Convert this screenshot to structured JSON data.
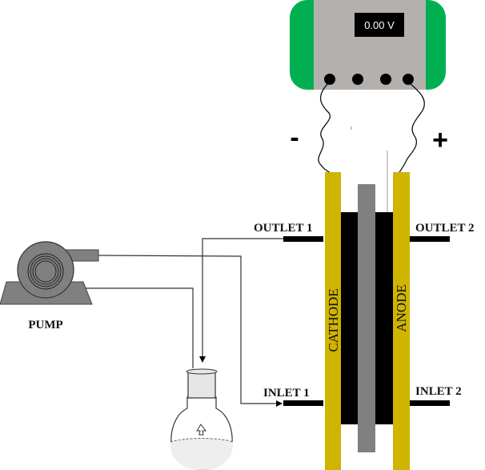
{
  "diagram": {
    "type": "electrochemical flow cell setup",
    "power_supply": {
      "display": "0.00 V",
      "terminal_count": 4,
      "colors": {
        "body": "#b3b0ae",
        "side_panels": "#00b050",
        "display_bg": "#000000"
      }
    },
    "polarity": {
      "negative": "-",
      "positive": "+"
    },
    "cell": {
      "cathode_label": "CATHODE",
      "anode_label": "ANODE",
      "colors": {
        "electrode": "#cfb400",
        "chamber": "#000000",
        "membrane": "#808080"
      }
    },
    "ports": {
      "outlet_1": "OUTLET 1",
      "outlet_2": "OUTLET 2",
      "inlet_1": "INLET 1",
      "inlet_2": "INLET 2"
    },
    "pump": {
      "label": "PUMP",
      "color": "#808080"
    },
    "flask": {
      "label": ""
    }
  }
}
